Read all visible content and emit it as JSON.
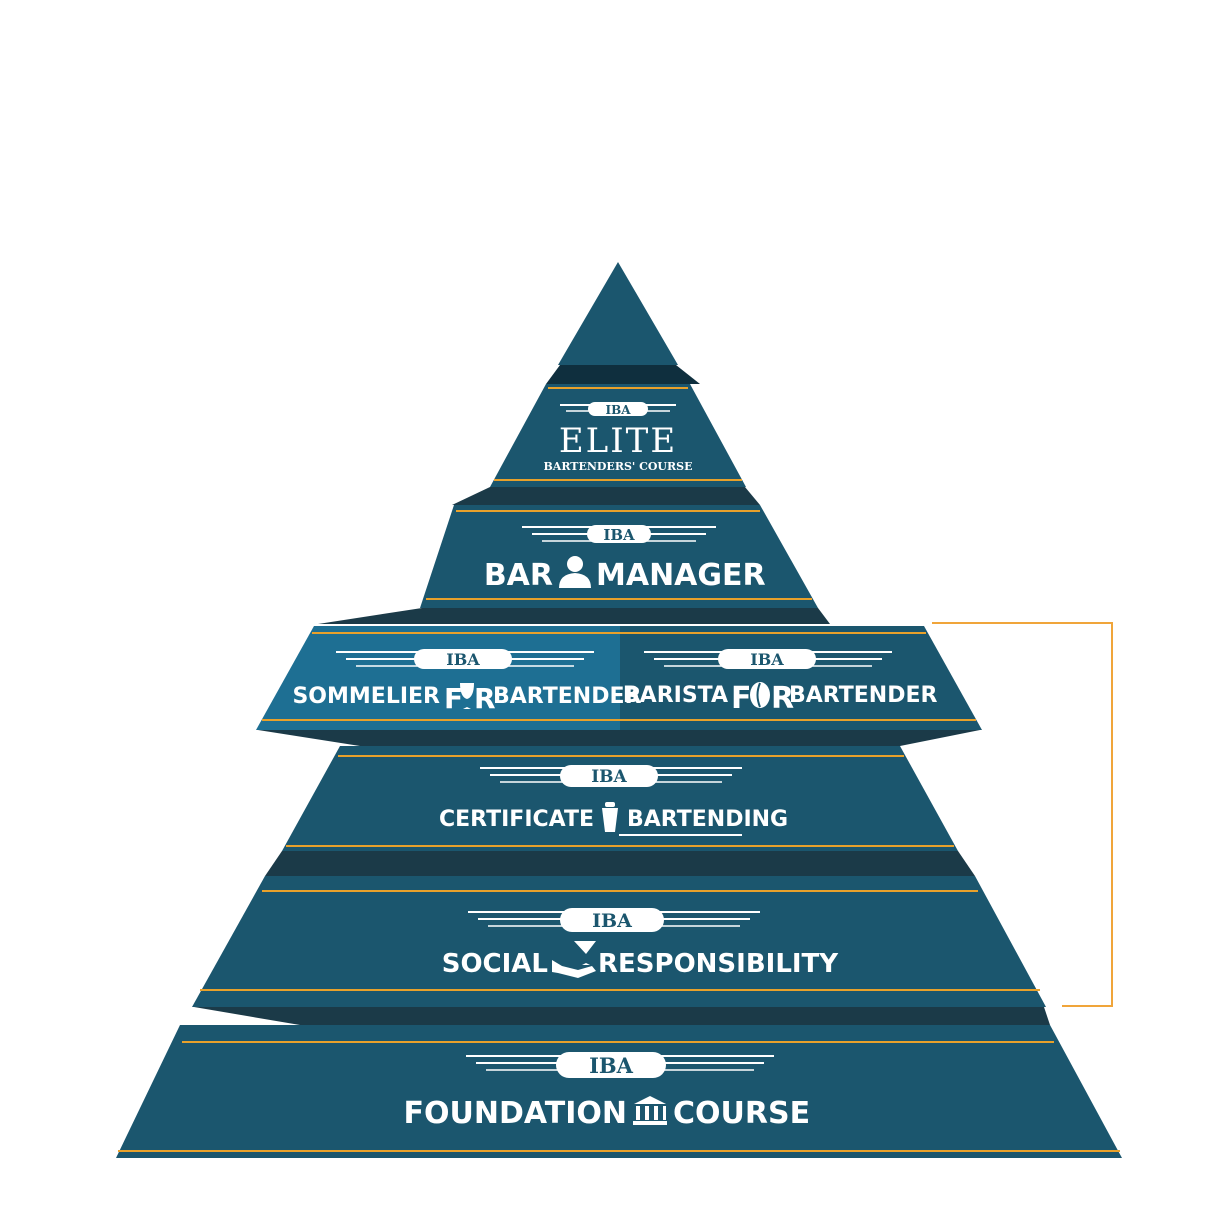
{
  "colors": {
    "tier": "#1b566e",
    "tier_highlight": "#1e6f93",
    "shadow": "#0f2f3e",
    "gold": "#e8a12b",
    "bracket": "#f0a53a",
    "white": "#ffffff"
  },
  "badge": "IBA",
  "tiers": {
    "apex": {},
    "elite": {
      "badge": "IBA",
      "title": "ELITE",
      "subtitle": "BARTENDERS' COURSE"
    },
    "bar_manager": {
      "badge": "IBA",
      "left": "BAR",
      "icon": "person-icon",
      "right": "MANAGER"
    },
    "sommelier": {
      "badge": "IBA",
      "left": "SOMMELIER",
      "for": "F",
      "for2": "R",
      "right": "BARTENDER",
      "icon": "wine-glass-icon"
    },
    "barista": {
      "badge": "IBA",
      "left": "BARISTA",
      "for": "F",
      "for2": "R",
      "right": "BARTENDER",
      "icon": "coffee-bean-icon"
    },
    "certificate": {
      "badge": "IBA",
      "left": "CERTIFICATE",
      "icon": "shaker-icon",
      "right": "BARTENDING"
    },
    "social": {
      "badge": "IBA",
      "left": "SOCIAL",
      "icon": "cocktail-hand-icon",
      "right": "RESPONSIBILITY"
    },
    "foundation": {
      "badge": "IBA",
      "left": "FOUNDATION",
      "icon": "building-icon",
      "right": "COURSE"
    }
  }
}
